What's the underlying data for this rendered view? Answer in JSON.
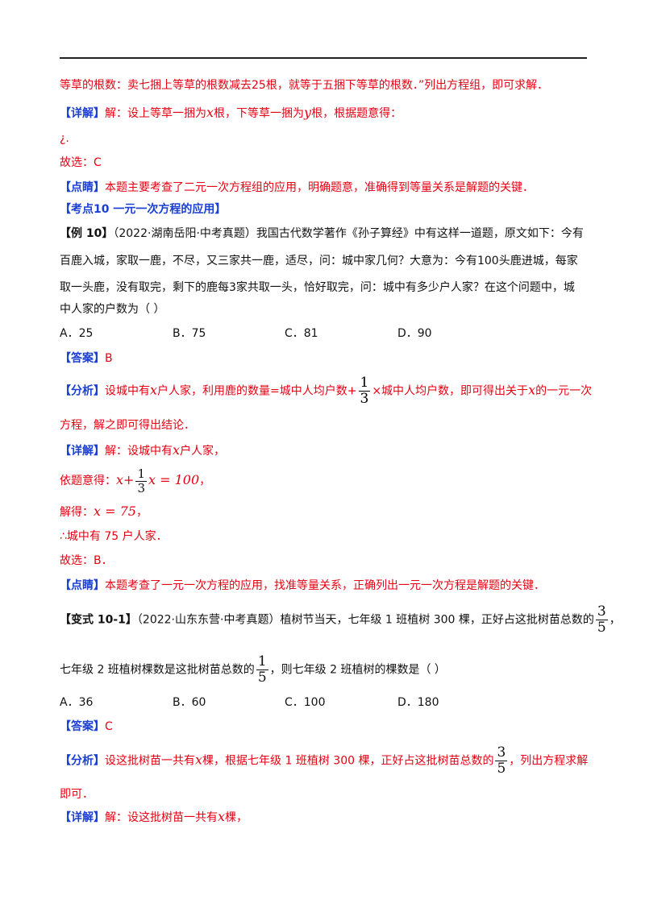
{
  "top_continuation": "等草的根数：卖七捆上等草的根数减去25根，就等于五捆下等草的根数．”列出方程组，即可求解．",
  "detail1": {
    "tag": "【详解】",
    "t1": "解：设上等草一捆为",
    "v1": "x",
    "t2": "根，下等草一捆为",
    "v2": "y",
    "t3": "根，根据题意得："
  },
  "garbled": "¿.",
  "choice1": "故选：C",
  "comment1": {
    "tag": "【点睛】",
    "text": "本题主要考查了二元一次方程组的应用，明确题意，准确得到等量关系是解题的关键．"
  },
  "section_heading": "【考点10  一元一次方程的应用】",
  "example10": {
    "tag": "【例 10】",
    "line1": "（2022·湖南岳阳·中考真题）我国古代数学著作《孙子算经》中有这样一道题，原文如下：今有",
    "line2": "百鹿入城，家取一鹿，不尽，又三家共一鹿，适尽，问：城中家几何？大意为：今有100头鹿进城，每家",
    "line3": "取一头鹿，没有取完，剩下的鹿每3家共取一头，恰好取完，问：城中有多少户人家？在这个问题中，城",
    "line4": "中人家的户数为（    ）",
    "options": [
      "A．25",
      "B．75",
      "C．81",
      "D．90"
    ]
  },
  "answer10": {
    "tag": "【答案】",
    "value": "B"
  },
  "analysis10": {
    "tag": "【分析】",
    "t1": "设城中有",
    "var": "x",
    "t2": "户人家，利用鹿的数量=城中人均户数+",
    "frac_num": "1",
    "frac_den": "3",
    "t3": "×城中人均户数，即可得出关于",
    "t4": "的一元一次",
    "line2": "方程，解之即可得出结论．"
  },
  "detail10": {
    "tag": "【详解】",
    "t1": "解：设城中有",
    "var": "x",
    "t2": "户人家，",
    "eq_prefix": "依题意得：",
    "eq_left": "x+",
    "eq_frac_num": "1",
    "eq_frac_den": "3",
    "eq_right": "x = 100",
    "eq_suffix": "，",
    "sol_prefix": "解得：",
    "sol": "x = 75",
    "sol_suffix": "，",
    "conclusion": "∴城中有 75 户人家．",
    "choice": "故选：B．"
  },
  "comment10": {
    "tag": "【点睛】",
    "text": "本题考查了一元一次方程的应用，找准等量关系，正确列出一元一次方程是解题的关键．"
  },
  "variant10_1": {
    "tag": "【变式 10-1】",
    "line1": "（2022·山东东营·中考真题）植树节当天，七年级 1 班植树 300 棵，正好占这批树苗总数的",
    "frac1_num": "3",
    "frac1_den": "5",
    "line1_end": "，",
    "line2a": "七年级 2 班植树棵数是这批树苗总数的",
    "frac2_num": "1",
    "frac2_den": "5",
    "line2b": "，则七年级 2 班植树的棵数是（    ）",
    "options": [
      "A．36",
      "B．60",
      "C．100",
      "D．180"
    ]
  },
  "answer_v": {
    "tag": "【答案】",
    "value": "C"
  },
  "analysis_v": {
    "tag": "【分析】",
    "t1": "设这批树苗一共有",
    "var": "x",
    "t2": "棵，根据七年级 1 班植树 300 棵，正好占这批树苗总数的",
    "frac_num": "3",
    "frac_den": "5",
    "t3": "，列出方程求解",
    "line2": "即可．"
  },
  "detail_v": {
    "tag": "【详解】",
    "t1": "解：设这批树苗一共有",
    "var": "x",
    "t2": "棵，"
  }
}
